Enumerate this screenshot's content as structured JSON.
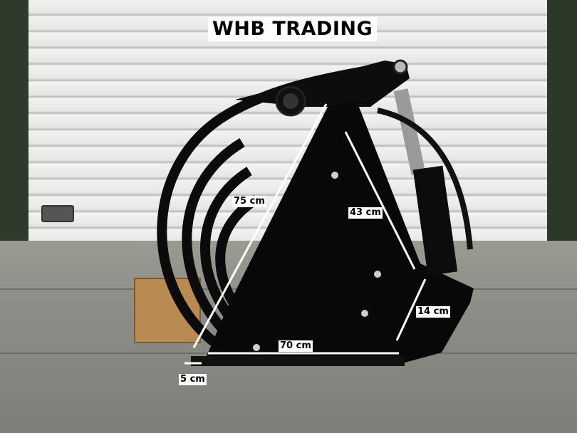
{
  "brand": "WHB TRADING",
  "dimensions": {
    "diagonal": "75 cm",
    "side": "43 cm",
    "tip": "14 cm",
    "bottom": "70 cm",
    "lip": "5 cm"
  }
}
